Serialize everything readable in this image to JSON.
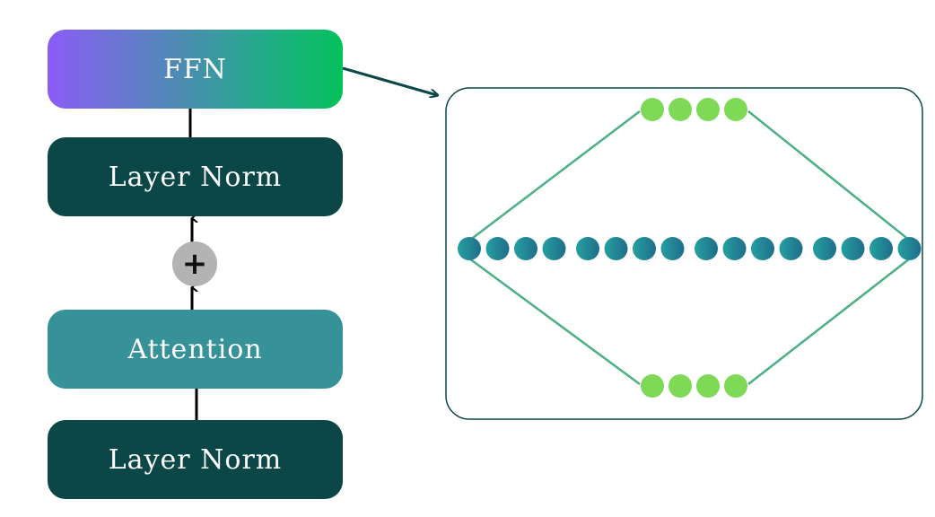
{
  "blocks": {
    "ffn": "FFN",
    "layer_norm_top": "Layer Norm",
    "attention": "Attention",
    "layer_norm_bottom": "Layer Norm"
  },
  "residual_add_symbol": "+",
  "ffn_detail": {
    "top_layer_nodes": 4,
    "middle_layer_nodes": 16,
    "bottom_layer_nodes": 4
  },
  "colors": {
    "dark_teal": "#0a4746",
    "attention_teal": "#379198",
    "small_node_green": "#7ed957",
    "connector_line": "#4caf84",
    "adder_gray": "#b3b3b3"
  }
}
